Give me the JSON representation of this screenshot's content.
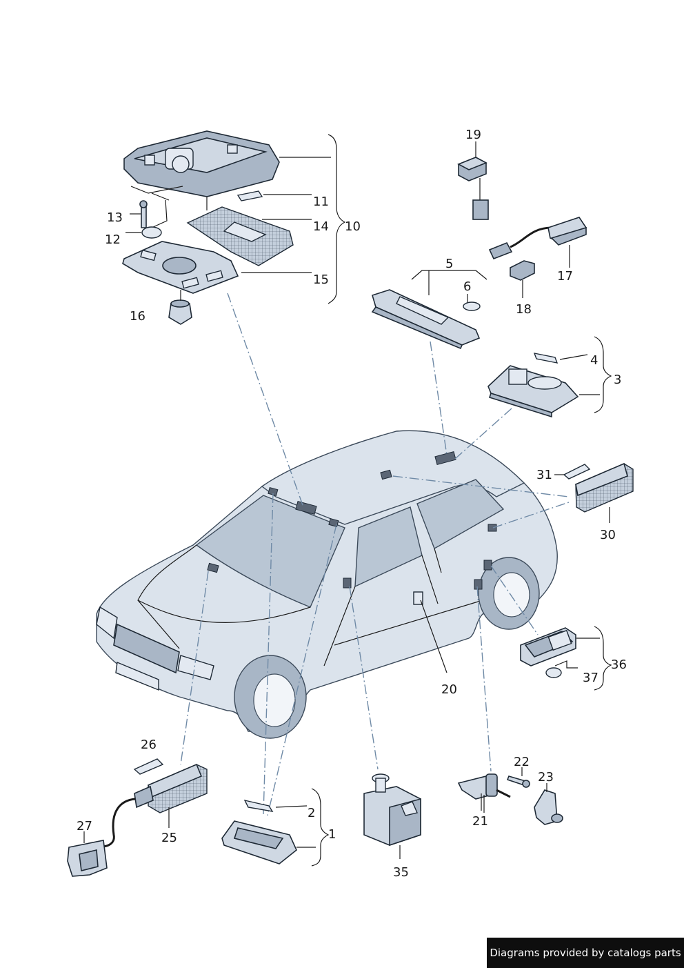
{
  "labels": [
    {
      "id": "19",
      "text": "19"
    },
    {
      "id": "11",
      "text": "11"
    },
    {
      "id": "13",
      "text": "13"
    },
    {
      "id": "14",
      "text": "14"
    },
    {
      "id": "10",
      "text": "10"
    },
    {
      "id": "12",
      "text": "12"
    },
    {
      "id": "15",
      "text": "15"
    },
    {
      "id": "16",
      "text": "16"
    },
    {
      "id": "17",
      "text": "17"
    },
    {
      "id": "5",
      "text": "5"
    },
    {
      "id": "6",
      "text": "6"
    },
    {
      "id": "18",
      "text": "18"
    },
    {
      "id": "4",
      "text": "4"
    },
    {
      "id": "3",
      "text": "3"
    },
    {
      "id": "31",
      "text": "31"
    },
    {
      "id": "30",
      "text": "30"
    },
    {
      "id": "36",
      "text": "36"
    },
    {
      "id": "37",
      "text": "37"
    },
    {
      "id": "20",
      "text": "20"
    },
    {
      "id": "26",
      "text": "26"
    },
    {
      "id": "22",
      "text": "22"
    },
    {
      "id": "23",
      "text": "23"
    },
    {
      "id": "27",
      "text": "27"
    },
    {
      "id": "2",
      "text": "2"
    },
    {
      "id": "1",
      "text": "1"
    },
    {
      "id": "21",
      "text": "21"
    },
    {
      "id": "25",
      "text": "25"
    },
    {
      "id": "35",
      "text": "35"
    }
  ],
  "credit": "Diagrams provided by catalogs parts",
  "colors": {
    "part_fill": "#cfd8e3",
    "outline": "#1f2a36",
    "leader_dash": "#6f8aa6",
    "credit_bg": "#0e0e0e"
  }
}
